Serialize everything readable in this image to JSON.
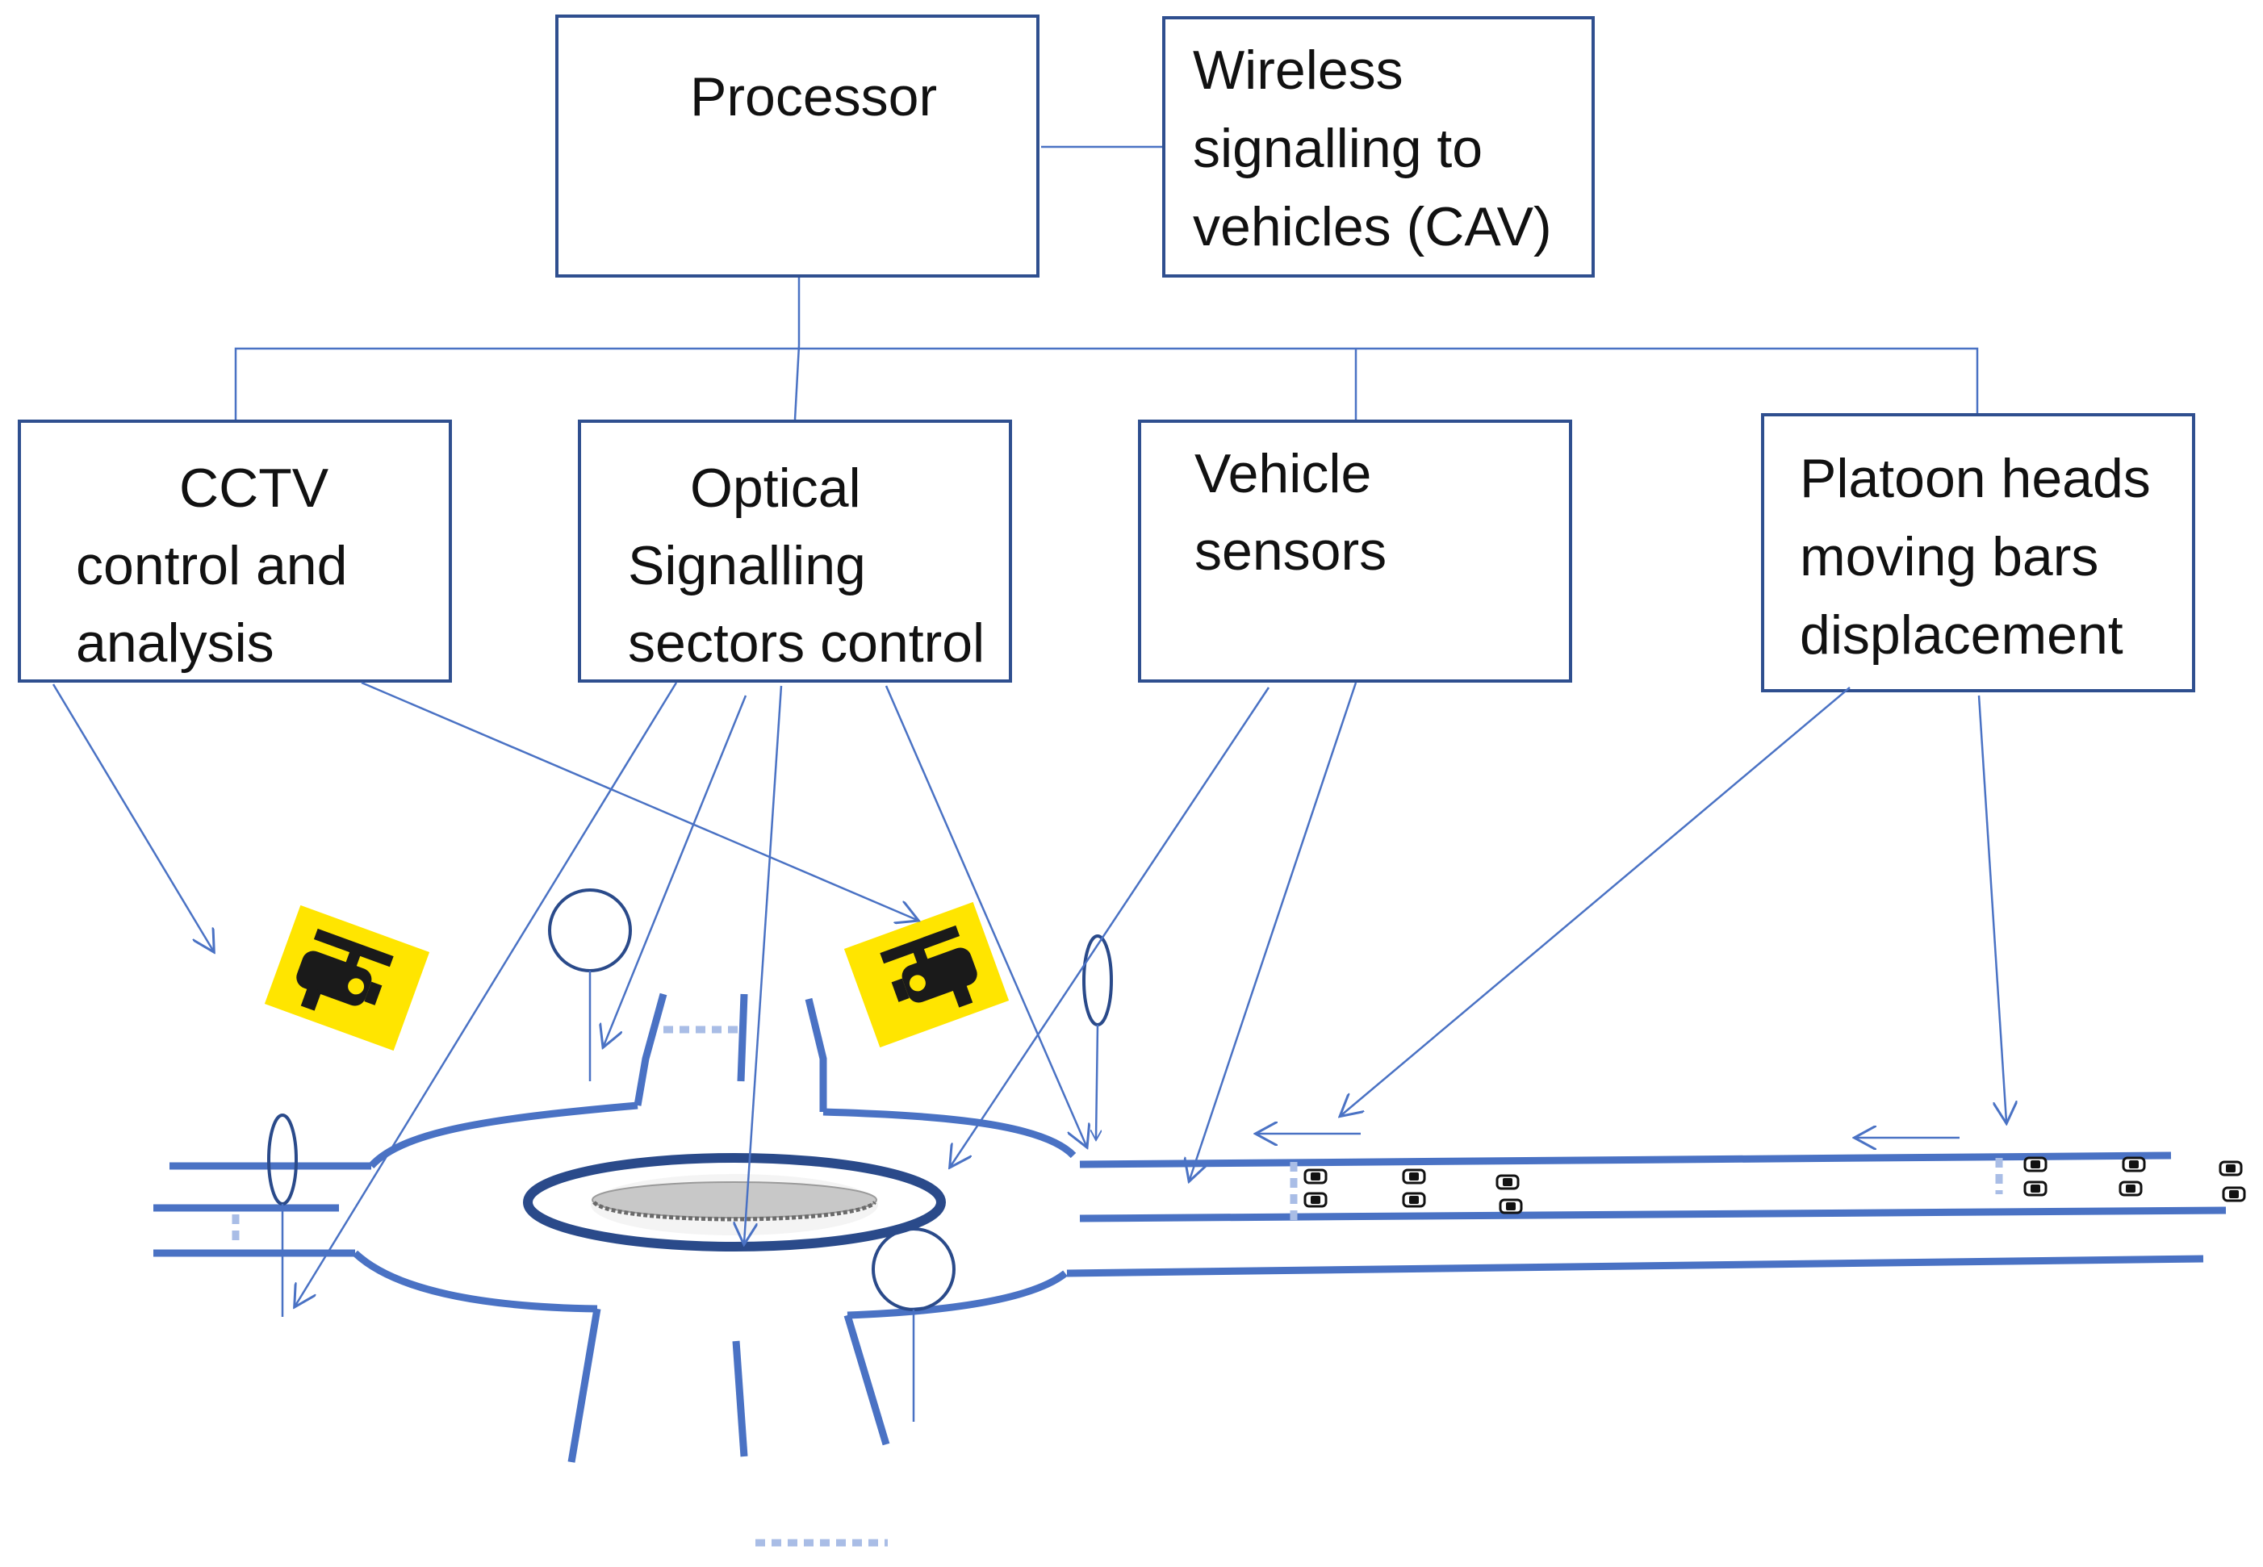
{
  "colors": {
    "box_border": "#2f4f8f",
    "line": "#4a72c4",
    "road": "#4a72c4",
    "dash": "#a9bde6",
    "camera_bg": "#ffe500",
    "camera_body": "#1a1a1a",
    "island_fill": "#c8c8c8",
    "island_ring": "#2a4a8a"
  },
  "boxes": {
    "processor": {
      "lines": [
        "Processor"
      ]
    },
    "wireless": {
      "lines": [
        "Wireless",
        "signalling to",
        "vehicles (CAV)"
      ]
    },
    "cctv": {
      "lines": [
        "CCTV",
        "control and",
        "analysis"
      ]
    },
    "optical": {
      "lines": [
        "Optical",
        "Signalling",
        "sectors control"
      ]
    },
    "sensors": {
      "lines": [
        "Vehicle",
        "sensors"
      ]
    },
    "platoon": {
      "lines": [
        "Platoon heads",
        "moving bars",
        "displacement"
      ]
    }
  },
  "icons": {
    "camera": "cctv-camera-icon",
    "sensor": "loop-sensor-icon",
    "car": "car-icon"
  }
}
